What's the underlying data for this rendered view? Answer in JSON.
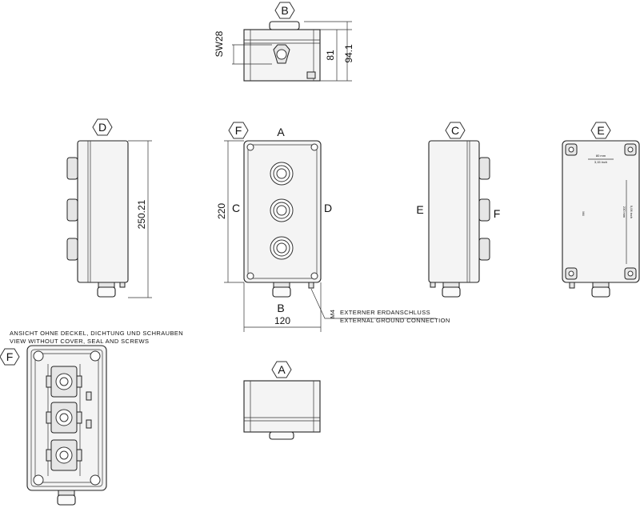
{
  "view_markers": {
    "top_view": "B",
    "left_view": "D",
    "front_view": "F",
    "right_view": "C",
    "back_view": "E",
    "bottom_view": "A",
    "interior_view": "F"
  },
  "front_side_labels": {
    "top": "A",
    "left": "C",
    "right": "D",
    "bottom": "B"
  },
  "right_view_labels": {
    "left": "E",
    "right": "F"
  },
  "dimensions": {
    "wrench_size": "SW28",
    "top_height_inner": "81",
    "top_height_outer": "94.1",
    "side_height": "250.21",
    "front_height": "220",
    "front_width": "120"
  },
  "ground_note": {
    "thread": "M4",
    "line_de": "EXTERNER ERDANSCHLUSS",
    "line_en": "EXTERNAL GROUND CONNECTION"
  },
  "interior_note": {
    "line_de": "ANSICHT OHNE DECKEL, DICHTUNG UND SCHRAUBEN",
    "line_en": "VIEW WITHOUT COVER, SEAL AND SCREWS"
  },
  "back_markings": {
    "top_line1": "80 mm",
    "top_line2": "3,15 inch",
    "center": "M4",
    "side_line1": "230 mm",
    "side_line2": "9,06 inch"
  },
  "icons": [
    "hexagon-marker",
    "circle-marker",
    "gland-icon",
    "pushbutton-icon"
  ]
}
